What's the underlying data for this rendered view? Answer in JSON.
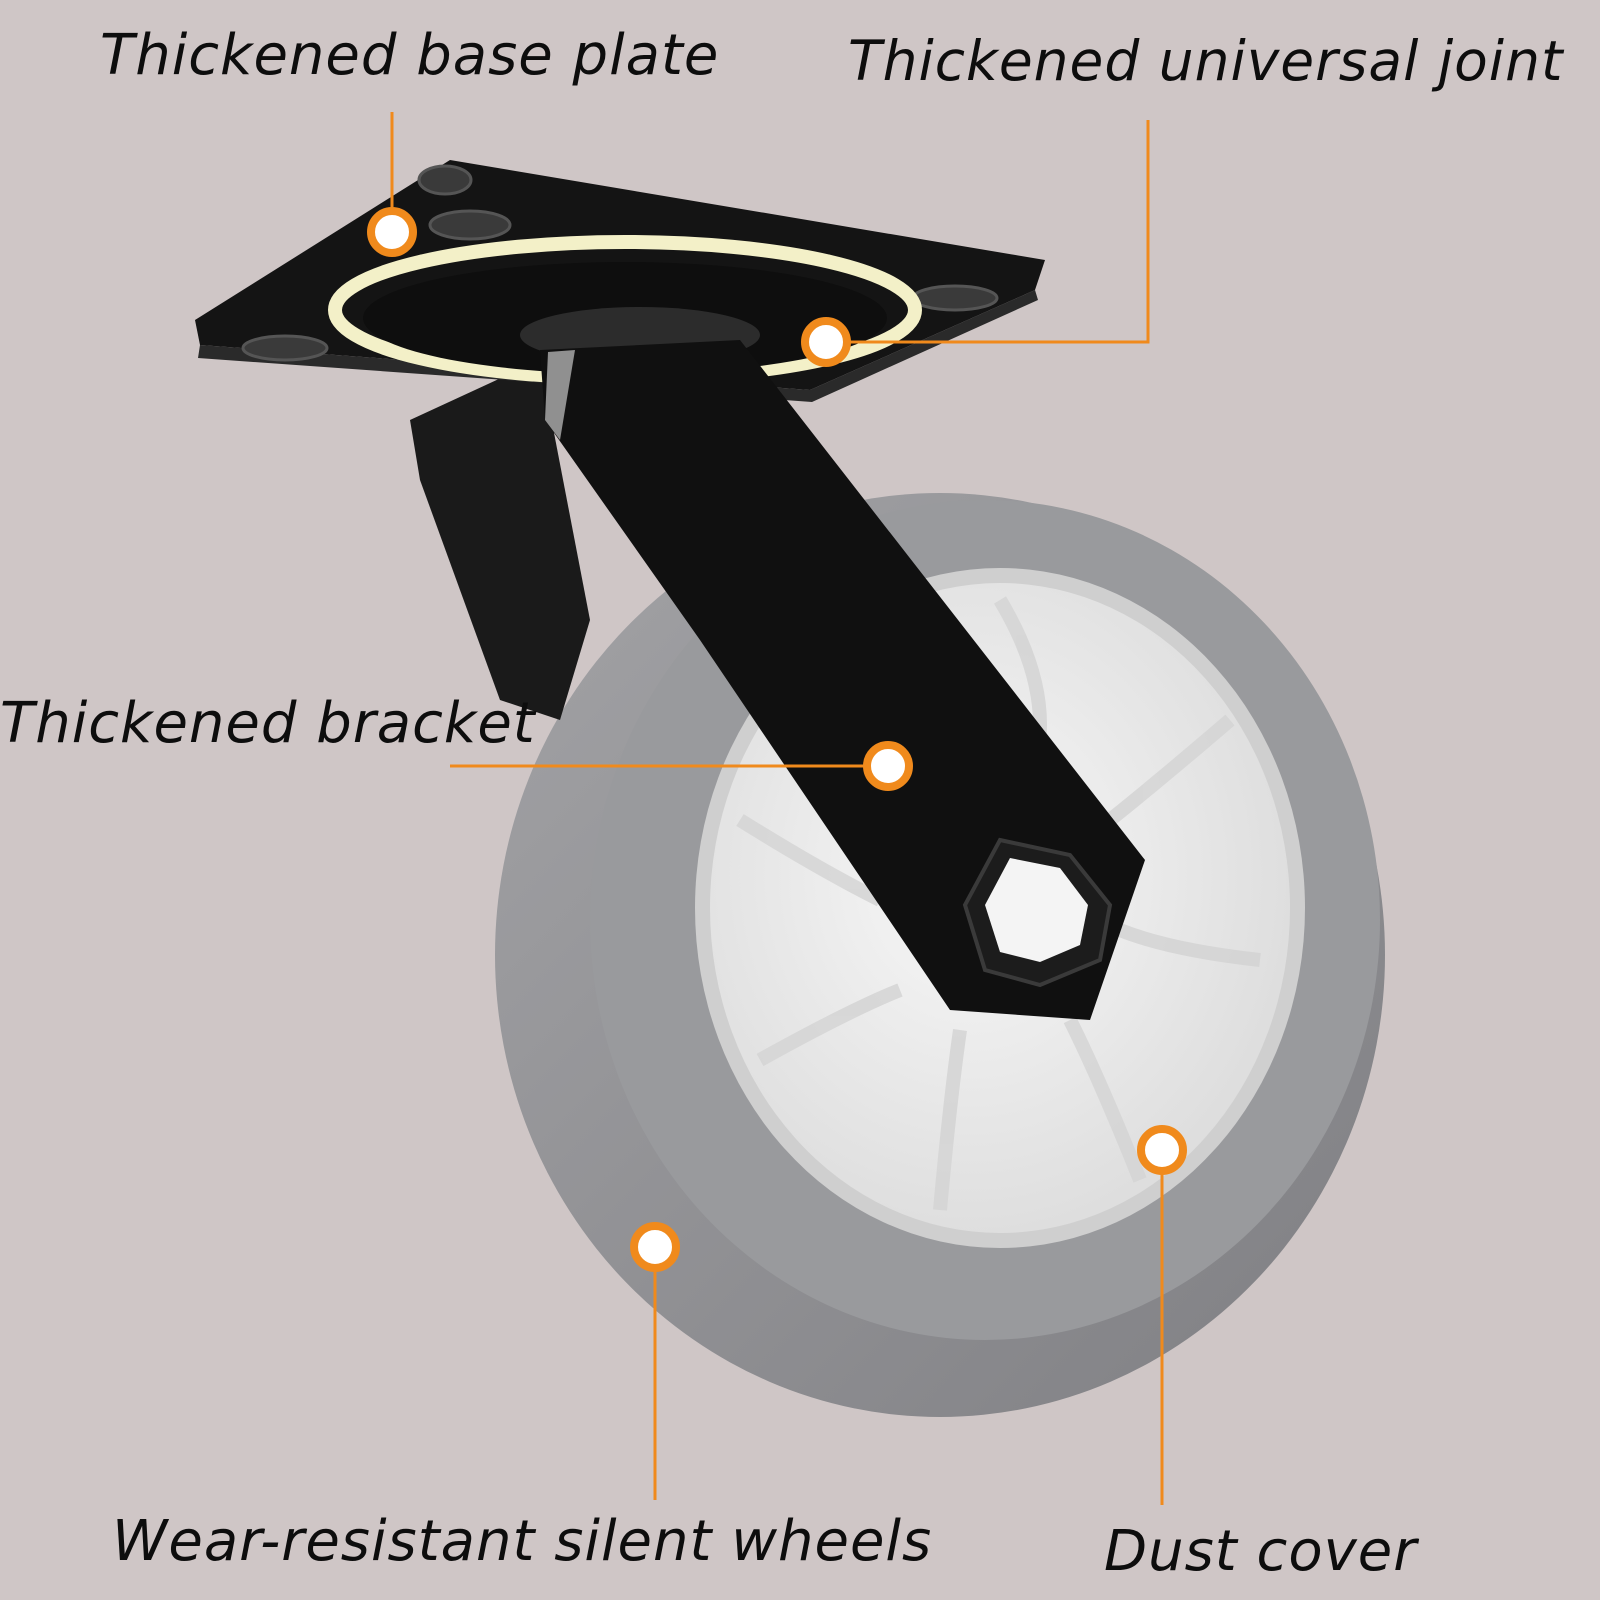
{
  "labels": {
    "base_plate": "Thickened base plate",
    "universal_joint": "Thickened universal joint",
    "bracket": "Thickened bracket",
    "wheels": "Wear-resistant silent wheels",
    "dust_cover": "Dust cover"
  },
  "colors": {
    "background": "#cfc6c6",
    "callout": "#f08a1c",
    "metal": "#111111",
    "tire": "#8f8f93",
    "hub": "#ececec",
    "bearing_ring": "#f3f0c8"
  }
}
